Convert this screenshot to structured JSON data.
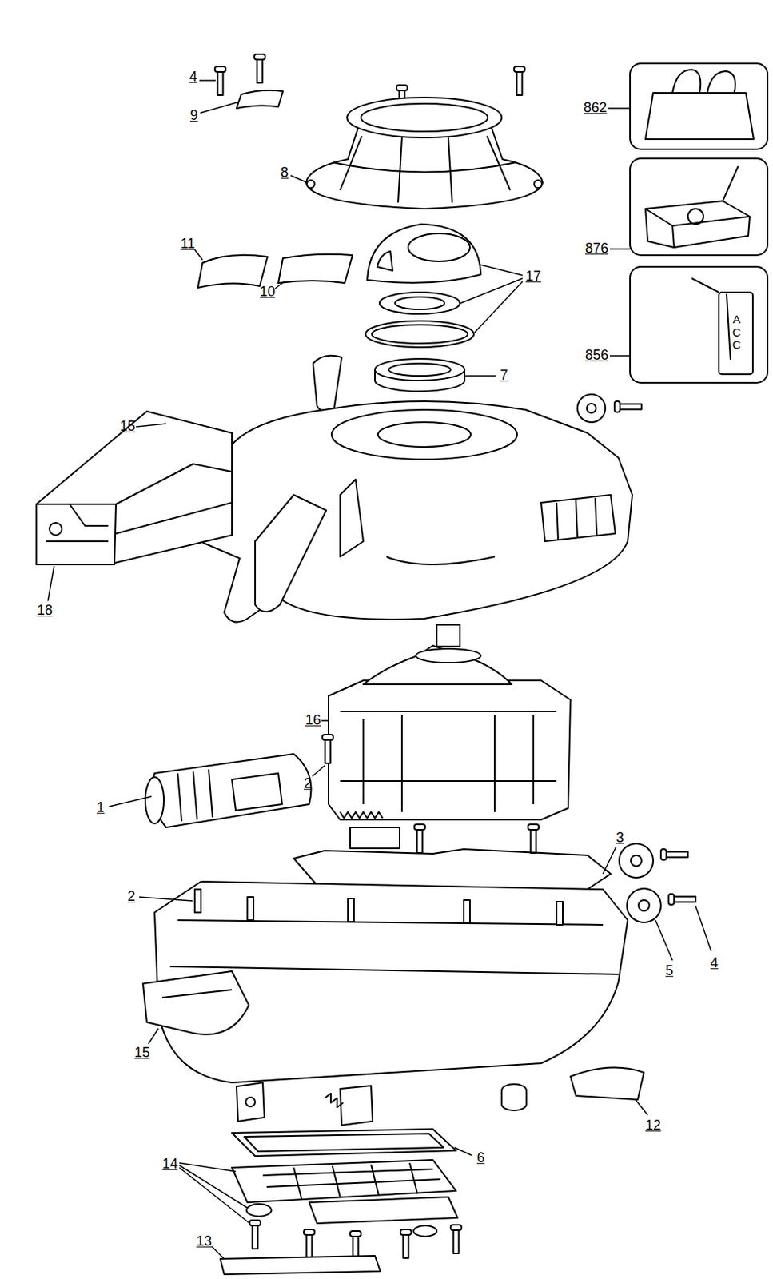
{
  "diagram": {
    "labels": [
      "4",
      "9",
      "8",
      "862",
      "876",
      "856",
      "ACC",
      "11",
      "10",
      "17",
      "7",
      "15",
      "18",
      "16",
      "2",
      "1",
      "3",
      "2",
      "4",
      "5",
      "15",
      "12",
      "6",
      "14",
      "13"
    ]
  }
}
